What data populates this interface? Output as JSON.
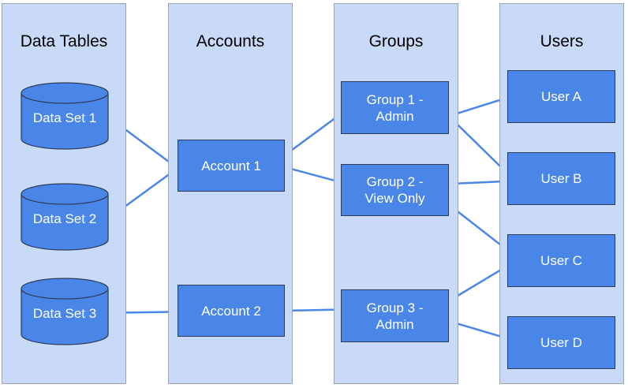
{
  "columns": [
    {
      "title": "Data Tables"
    },
    {
      "title": "Accounts"
    },
    {
      "title": "Groups"
    },
    {
      "title": "Users"
    }
  ],
  "data_sets": [
    {
      "label": "Data Set 1"
    },
    {
      "label": "Data Set 2"
    },
    {
      "label": "Data Set 3"
    }
  ],
  "accounts": [
    {
      "label": "Account 1"
    },
    {
      "label": "Account 2"
    }
  ],
  "groups": [
    {
      "label": "Group 1 -\nAdmin"
    },
    {
      "label": "Group 2 -\nView Only"
    },
    {
      "label": "Group  3 -\nAdmin"
    }
  ],
  "users": [
    {
      "label": "User A"
    },
    {
      "label": "User  B"
    },
    {
      "label": "User C"
    },
    {
      "label": "User D"
    }
  ],
  "links": [
    [
      "data-set-1",
      "account-1"
    ],
    [
      "data-set-2",
      "account-1"
    ],
    [
      "data-set-3",
      "account-2"
    ],
    [
      "account-1",
      "group-1"
    ],
    [
      "account-1",
      "group-2"
    ],
    [
      "account-2",
      "group-3"
    ],
    [
      "group-1",
      "user-a"
    ],
    [
      "group-1",
      "user-b"
    ],
    [
      "group-2",
      "user-b"
    ],
    [
      "group-2",
      "user-c"
    ],
    [
      "group-3",
      "user-c"
    ],
    [
      "group-3",
      "user-d"
    ]
  ],
  "colors": {
    "column_fill": "#c9daf8",
    "node_fill": "#4a86e8",
    "link": "#4a86e8"
  }
}
